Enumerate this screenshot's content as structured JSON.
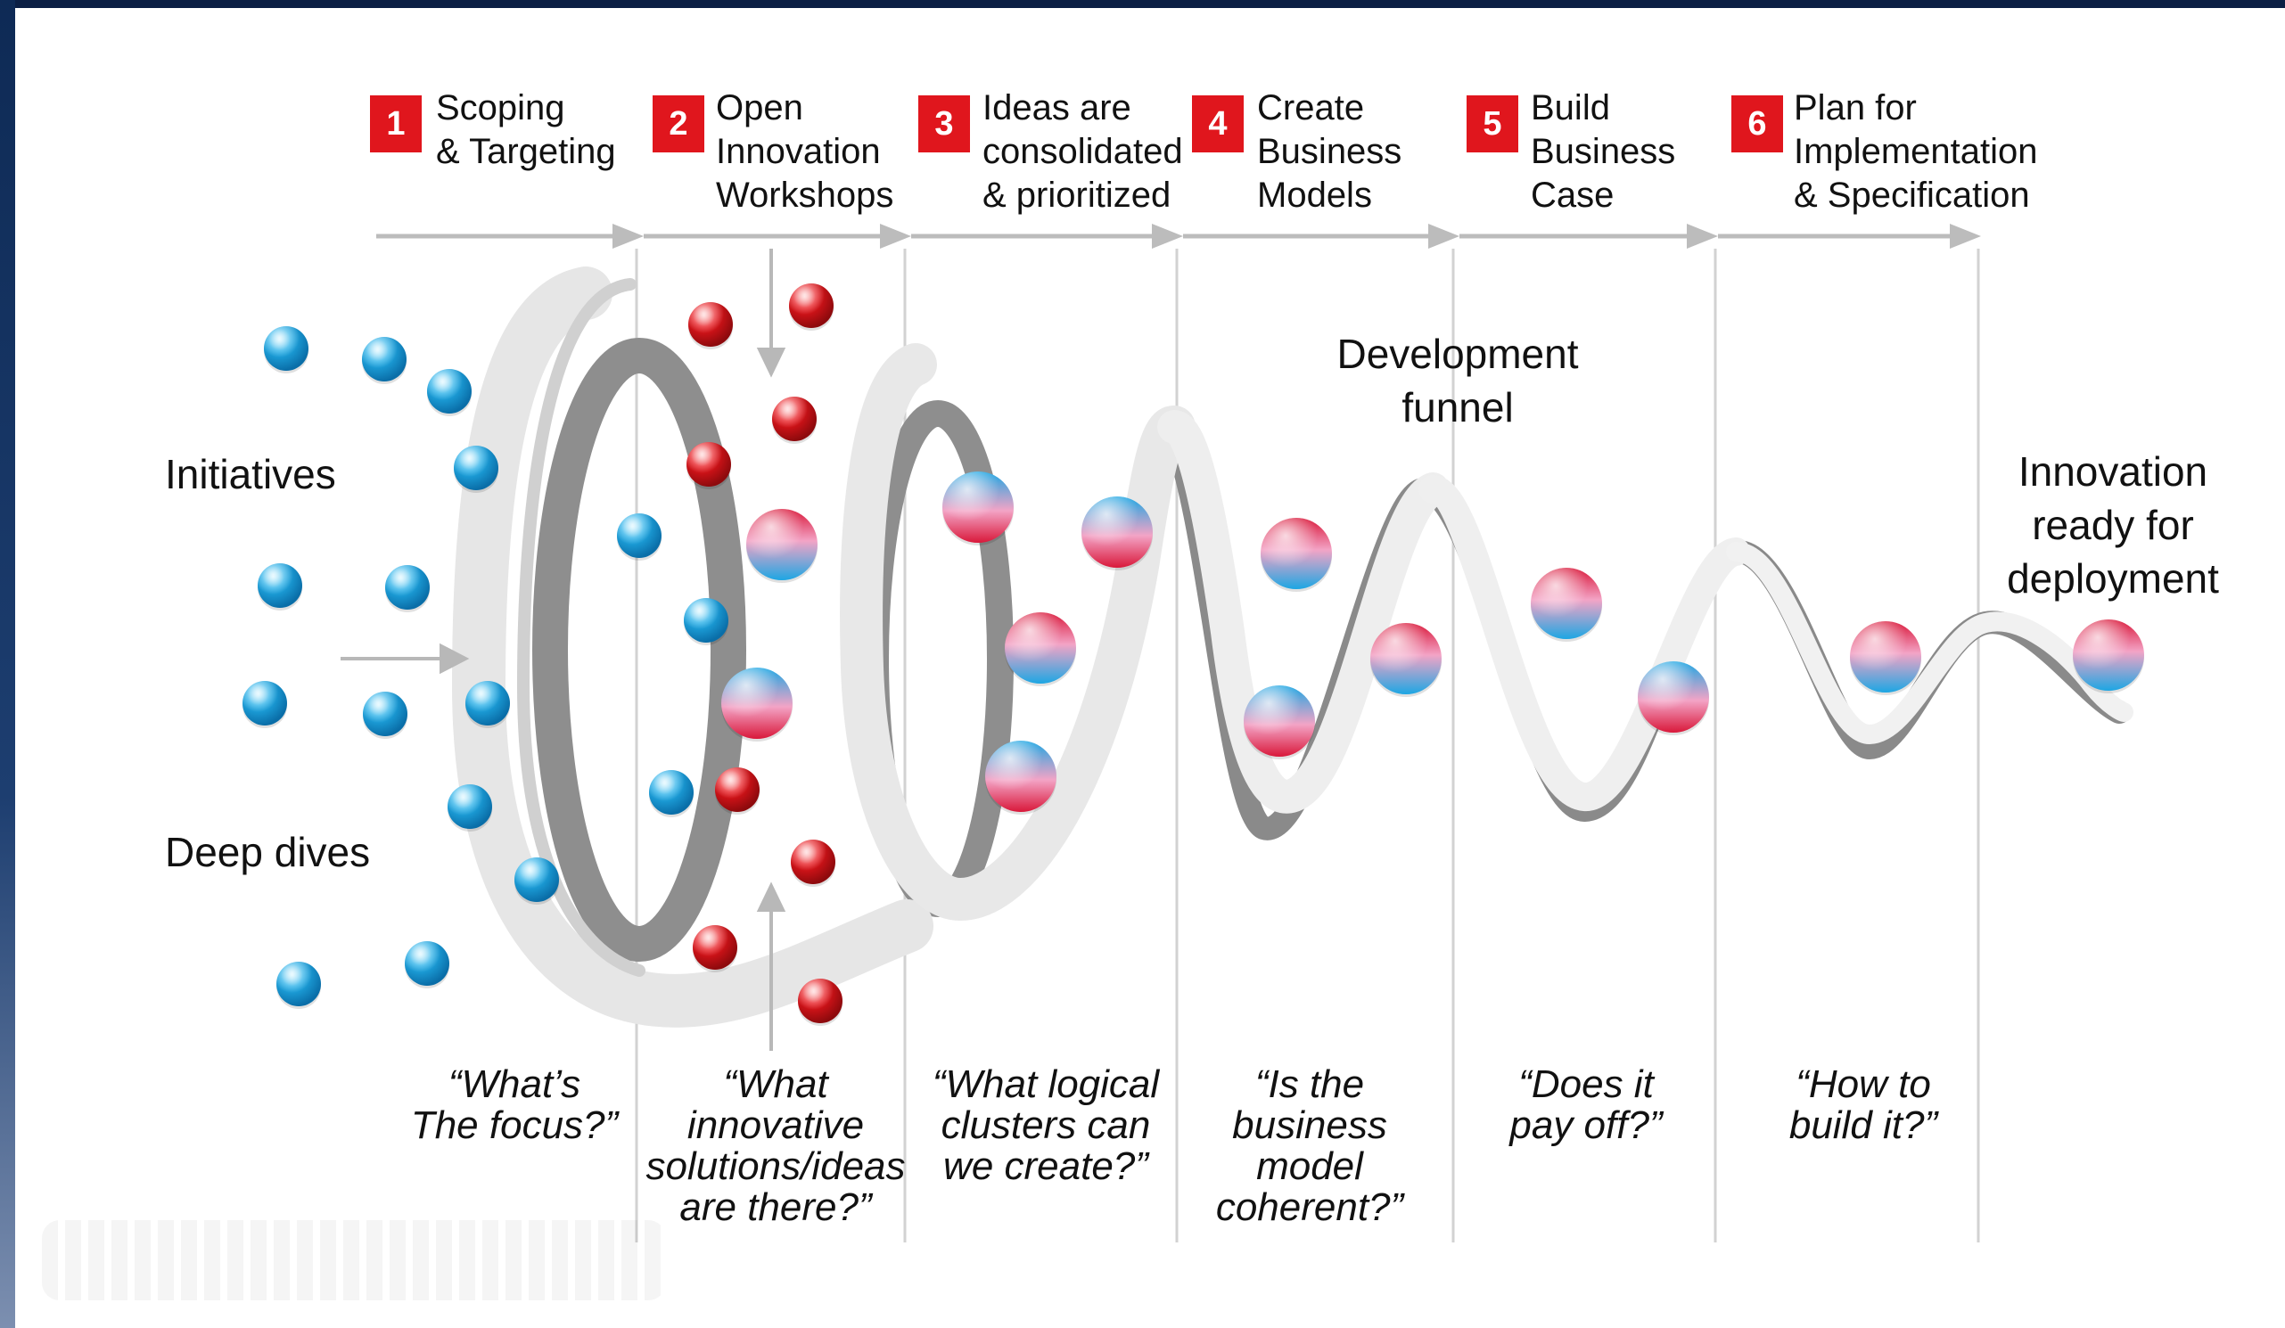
{
  "steps": [
    {
      "num": "1",
      "lines": [
        "Scoping",
        "& Targeting"
      ]
    },
    {
      "num": "2",
      "lines": [
        "Open",
        "Innovation",
        "Workshops"
      ]
    },
    {
      "num": "3",
      "lines": [
        "Ideas are",
        "consolidated",
        "& prioritized"
      ]
    },
    {
      "num": "4",
      "lines": [
        "Create",
        "Business",
        "Models"
      ]
    },
    {
      "num": "5",
      "lines": [
        "Build",
        "Business",
        "Case"
      ]
    },
    {
      "num": "6",
      "lines": [
        "Plan for",
        "Implementation",
        "& Specification"
      ]
    }
  ],
  "left_labels": {
    "initiatives": "Initiatives",
    "deep_dives": "Deep dives"
  },
  "center_label": [
    "Development",
    "funnel"
  ],
  "right_label": [
    "Innovation",
    "ready for",
    "deployment"
  ],
  "questions": [
    [
      "“What’s",
      "The focus?”"
    ],
    [
      "“What",
      "innovative",
      "solutions/ideas",
      "are there?”"
    ],
    [
      "“What logical",
      "clusters can",
      "we create?”"
    ],
    [
      "“Is the",
      "business",
      "model",
      "coherent?”"
    ],
    [
      "“Does it",
      "pay off?”"
    ],
    [
      "“How to",
      "build it?”"
    ]
  ],
  "colors": {
    "frame": "#0d2247",
    "step_box": "#e0161d",
    "blue_ball": "#1aa3e0",
    "red_ball": "#e0161d",
    "ribbon": "#e4e4e4",
    "ribbon_shadow": "#8e8e8e",
    "arrow": "#b8b8b8"
  }
}
